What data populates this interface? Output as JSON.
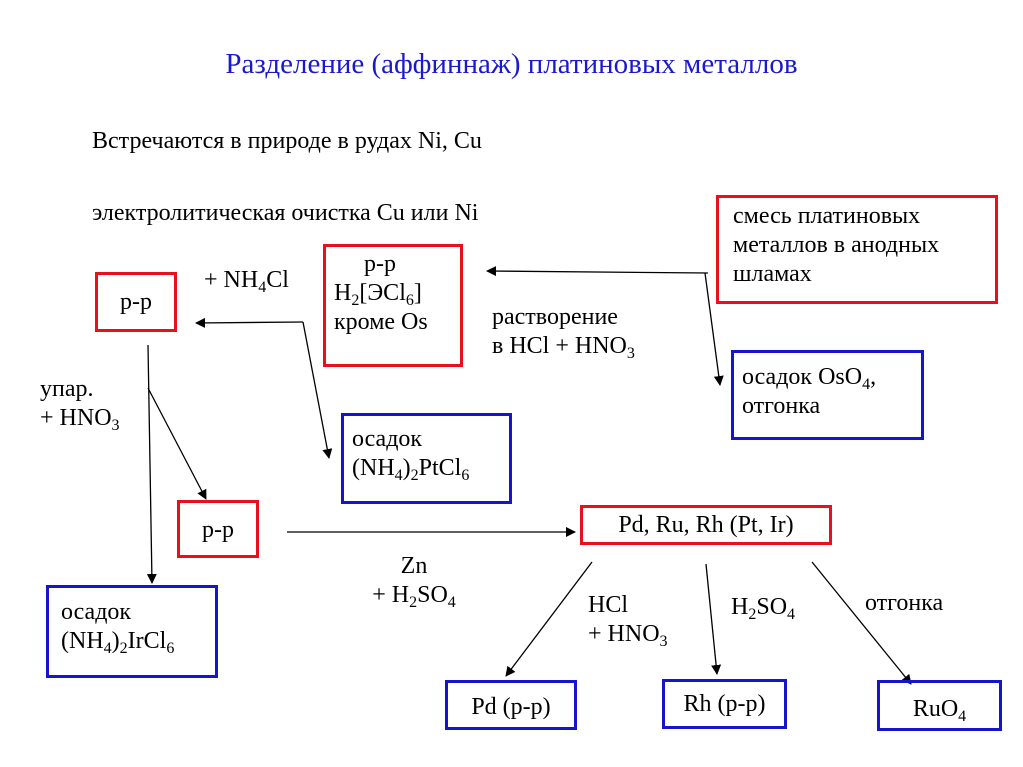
{
  "title": "Разделение (аффиннаж) платиновых металлов",
  "intro": {
    "line1": "Встречаются в природе в рудах Ni, Cu",
    "line2": "электролитическая очистка Cu или Ni"
  },
  "boxes": {
    "mixture": {
      "l1": "смесь платиновых",
      "l2": "металлов в анодных",
      "l3": "шламах"
    },
    "solution_main": {
      "l1": "р-р",
      "l2a": "H",
      "l2b": "2",
      "l2c": "[ЭCl",
      "l2d": "6",
      "l2e": "]",
      "l3": "кроме Os"
    },
    "solution_left": {
      "text": "р-р"
    },
    "os_precipitate": {
      "l1a": "осадок OsO",
      "l1b": "4",
      "l1c": ",",
      "l2": "отгонка"
    },
    "pt_precipitate": {
      "l1": "осадок",
      "l2a": "(NH",
      "l2b": "4",
      "l2c": ")",
      "l2d": "2",
      "l2e": "PtCl",
      "l2f": "6"
    },
    "solution_mid": {
      "text": "р-р"
    },
    "pd_group": {
      "text": "Pd, Ru, Rh (Pt, Ir)"
    },
    "ir_precipitate": {
      "l1": "осадок",
      "l2a": "(NH",
      "l2b": "4",
      "l2c": ")",
      "l2d": "2",
      "l2e": "IrCl",
      "l2f": "6"
    },
    "pd_result": {
      "text": "Pd (р-р)"
    },
    "rh_result": {
      "text": "Rh (р-р)"
    },
    "ru_result": {
      "a": "RuO",
      "b": "4"
    }
  },
  "labels": {
    "nh4cl": {
      "a": "+ NH",
      "b": "4",
      "c": "Cl"
    },
    "dissolution": {
      "l1": "растворение",
      "l2a": "в HCl + HNO",
      "l2b": "3"
    },
    "evap": {
      "l1": "упар.",
      "l2a": "+ HNO",
      "l2b": "3"
    },
    "zn": {
      "l1": "Zn",
      "l2a": "+ H",
      "l2b": "2",
      "l2c": "SO",
      "l2d": "4"
    },
    "hcl": {
      "l1": "HCl",
      "l2a": "+ HNO",
      "l2b": "3"
    },
    "h2so4": {
      "a": "H",
      "b": "2",
      "c": "SO",
      "d": "4"
    },
    "distill": {
      "text": "отгонка"
    }
  },
  "colors": {
    "title": "#1a1acc",
    "red_border": "#e8101a",
    "blue_border": "#1515cc"
  }
}
